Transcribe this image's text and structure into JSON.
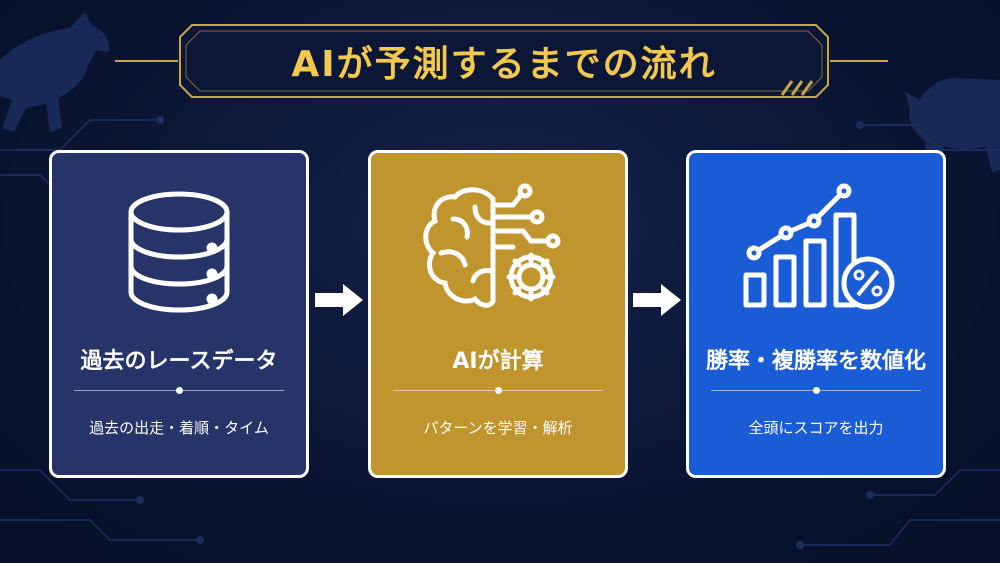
{
  "title": "AIが予測するまでの流れ",
  "colors": {
    "background": "#0b1533",
    "accent_gold": "#f2c94c",
    "card_navy": "#26346a",
    "card_gold": "#c0952d",
    "card_blue": "#1a5bd6"
  },
  "steps": [
    {
      "title": "過去のレースデータ",
      "subtitle": "過去の出走・着順・タイム",
      "icon": "database-icon"
    },
    {
      "title": "AIが計算",
      "subtitle": "パターンを学習・解析",
      "icon": "ai-brain-gear-icon"
    },
    {
      "title": "勝率・複勝率を数値化",
      "subtitle": "全頭にスコアを出力",
      "icon": "growth-chart-percent-icon"
    }
  ]
}
